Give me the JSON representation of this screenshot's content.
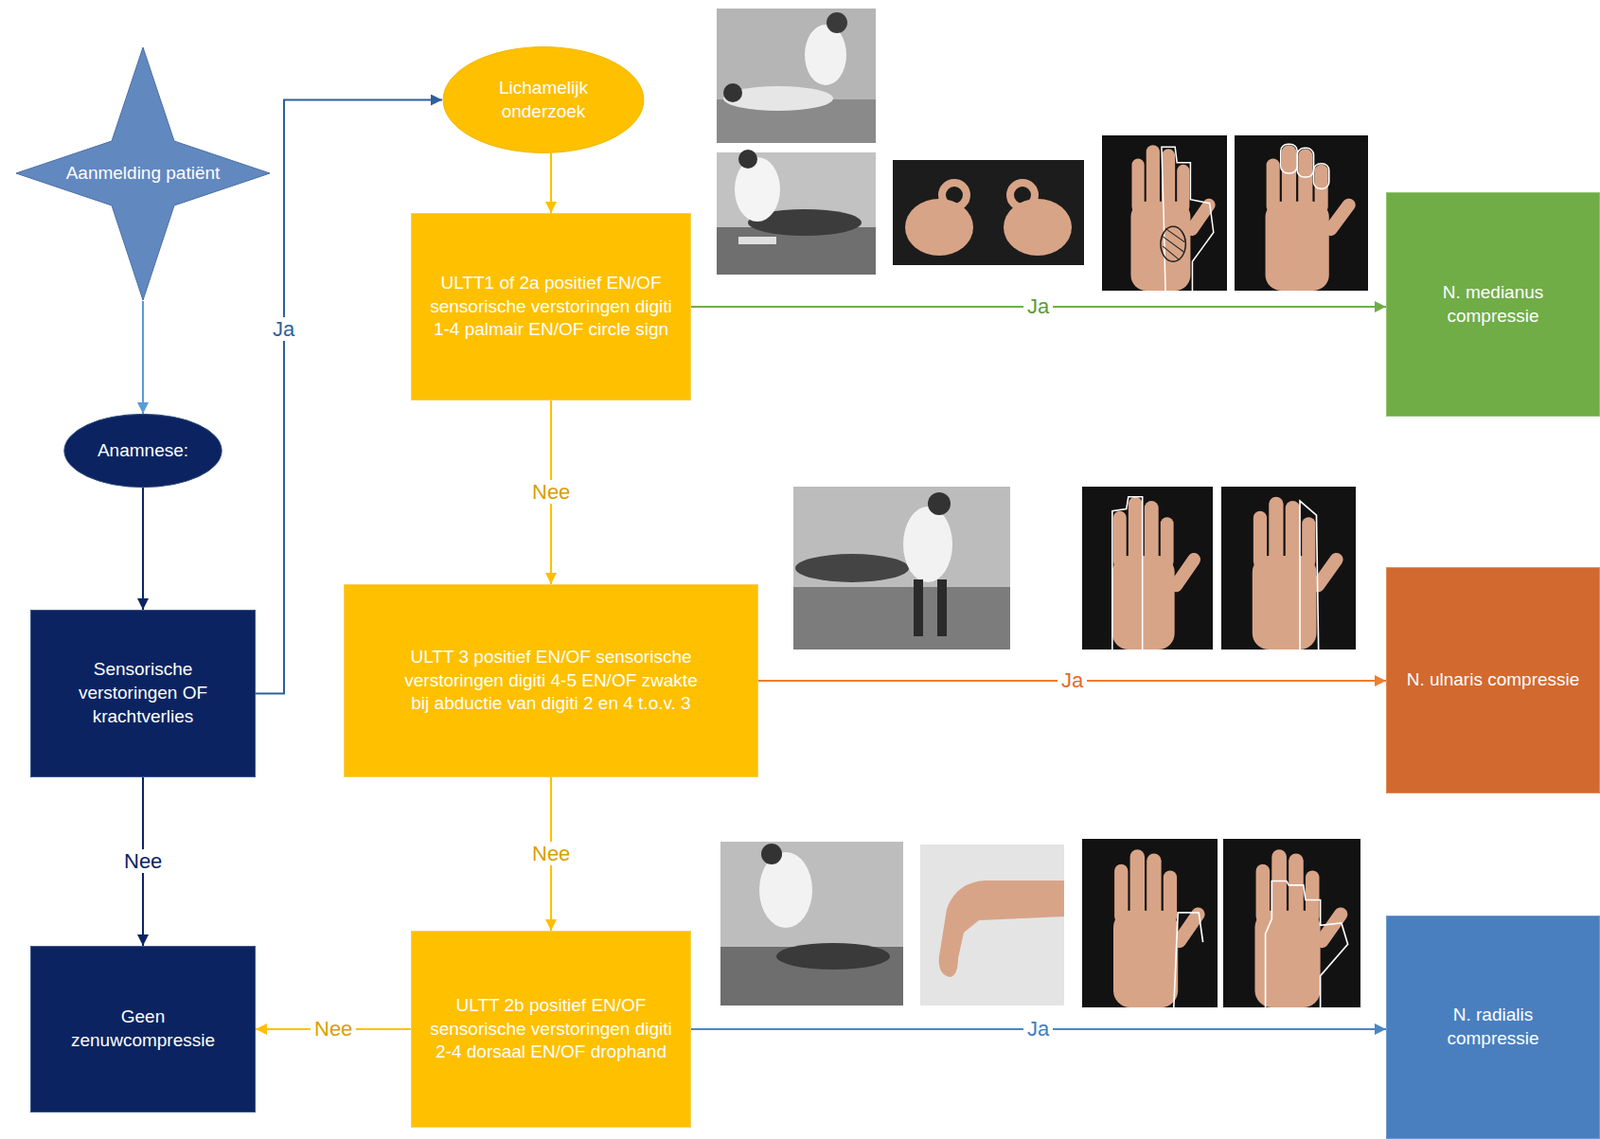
{
  "diagram": {
    "nodes": [
      {
        "text": [
          "Aanmelding patiënt"
        ]
      },
      {
        "text": [
          "Anamnese:"
        ]
      },
      {
        "text": [
          "Sensorische verstoringen OF krachtverlies"
        ]
      },
      {
        "text": [
          "Lichamelijk onderzoek"
        ]
      },
      {
        "text": [
          "ULTT1 of 2a positief EN/OF sensorische verstoringen digiti 1-4 palmair EN/OF circle sign"
        ]
      },
      {
        "text": [
          "N. medianus compressie"
        ]
      },
      {
        "text": [
          "ULTT 3 positief EN/OF sensorische verstoringen digiti 4-5 EN/OF zwakte bij abductie van digiti 2 en 4 t.o.v. 3"
        ]
      },
      {
        "text": [
          "N. ulnaris compressie"
        ]
      },
      {
        "text": [
          "ULTT 2b positief EN/OF sensorische verstoringen digiti 2-4 dorsaal EN/OF drophand"
        ]
      },
      {
        "text": [
          "N. radialis compressie"
        ]
      },
      {
        "text": [
          "Geen zenuwcompressie"
        ]
      }
    ],
    "edges": [
      {
        "from": 0,
        "to": 1,
        "arrow": "to"
      },
      {
        "from": 1,
        "to": 2,
        "arrow": "to"
      },
      {
        "from": 2,
        "to": 3,
        "label": "Ja",
        "arrow": "to"
      },
      {
        "from": 2,
        "to": 10,
        "label": "Nee",
        "arrow": "to"
      },
      {
        "from": 3,
        "to": 4,
        "arrow": "to"
      },
      {
        "from": 4,
        "to": 5,
        "label": "Ja",
        "arrow": "to"
      },
      {
        "from": 4,
        "to": 6,
        "label": "Nee",
        "arrow": "to"
      },
      {
        "from": 6,
        "to": 7,
        "label": "Ja",
        "arrow": "to"
      },
      {
        "from": 6,
        "to": 8,
        "label": "Nee",
        "arrow": "to"
      },
      {
        "from": 8,
        "to": 9,
        "label": "Ja",
        "arrow": "to"
      },
      {
        "from": 8,
        "to": 10,
        "label": "Nee",
        "arrow": "to"
      }
    ]
  }
}
